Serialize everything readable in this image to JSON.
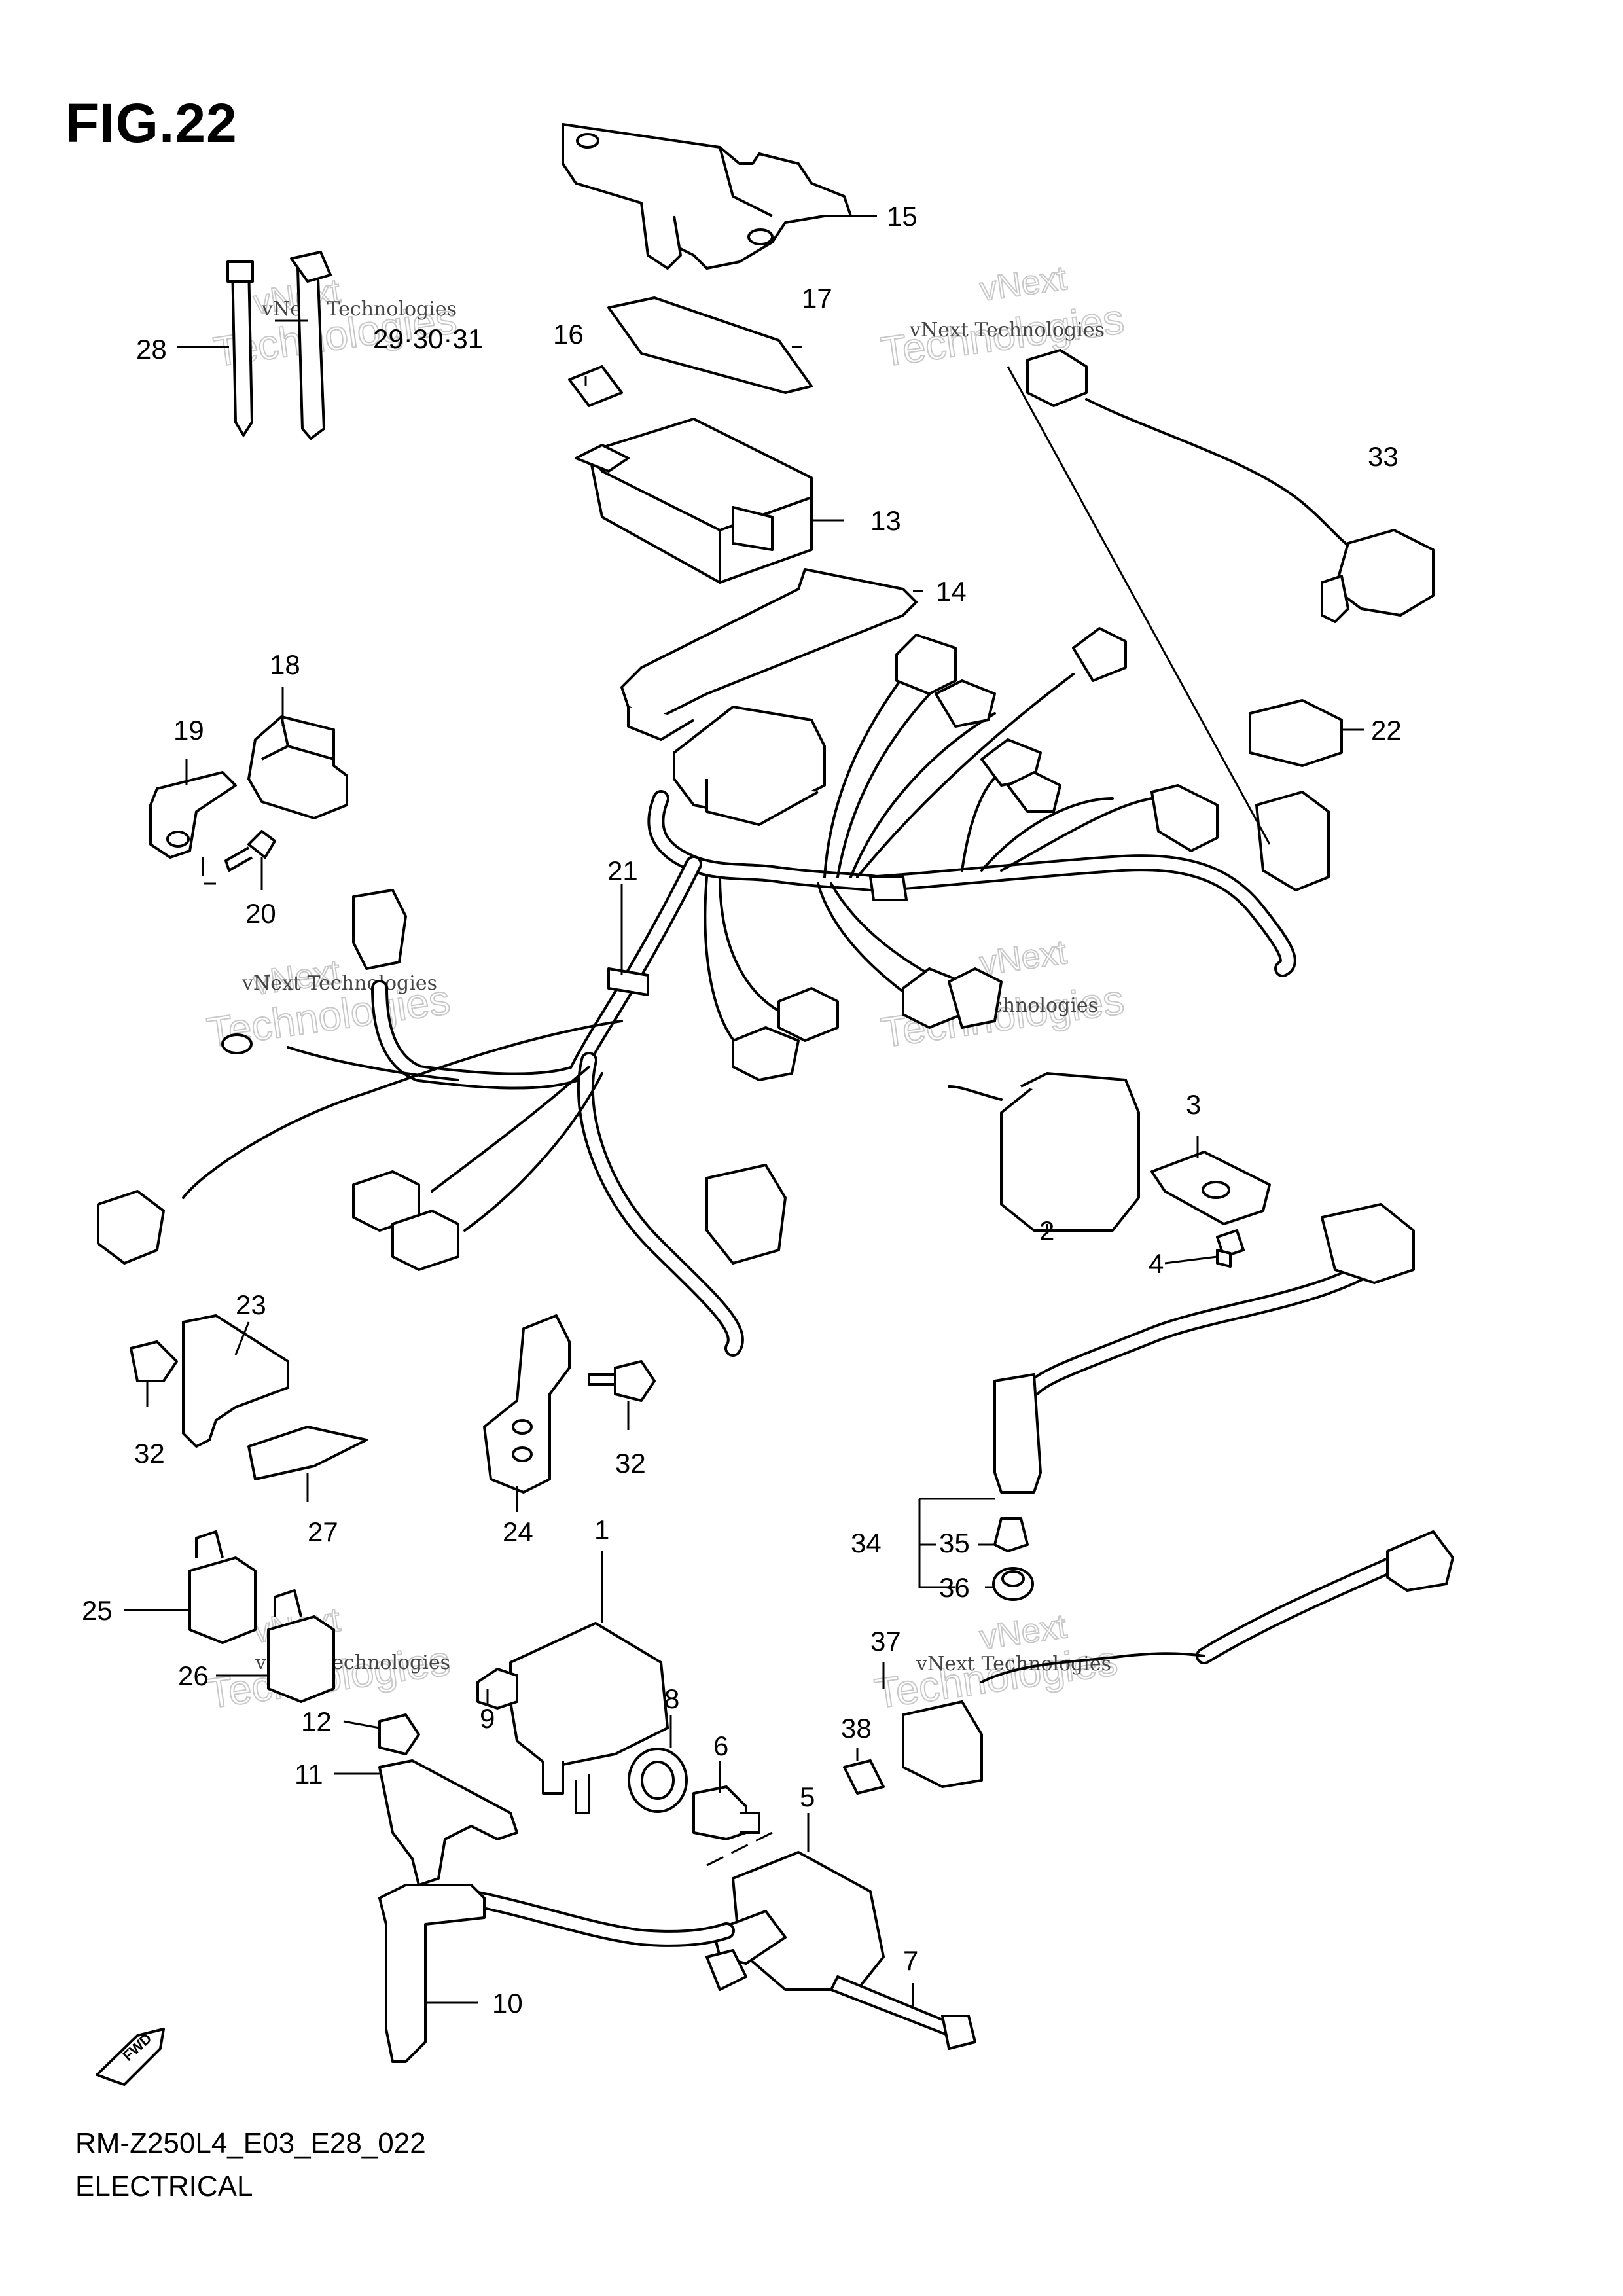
{
  "figure": {
    "title": "FIG.22",
    "model_code": "RM-Z250L4_E03_E28_022",
    "section": "ELECTRICAL",
    "fwd_label": "FWD"
  },
  "callouts": {
    "c1": "1",
    "c2": "2",
    "c3": "3",
    "c4": "4",
    "c5": "5",
    "c6": "6",
    "c7": "7",
    "c8": "8",
    "c9": "9",
    "c10": "10",
    "c11": "11",
    "c12": "12",
    "c13": "13",
    "c14": "14",
    "c15": "15",
    "c16": "16",
    "c17": "17",
    "c18": "18",
    "c19": "19",
    "c20": "20",
    "c21": "21",
    "c22": "22",
    "c23": "23",
    "c24": "24",
    "c25": "25",
    "c26": "26",
    "c27": "27",
    "c28": "28",
    "c29": "29·30·31",
    "c32a": "32",
    "c32b": "32",
    "c33": "33",
    "c34": "34",
    "c35": "35",
    "c36": "36",
    "c37": "37",
    "c38": "38"
  },
  "watermark": {
    "company": "vNext Technologies",
    "line1": "vNext",
    "line2": "Technologies"
  }
}
